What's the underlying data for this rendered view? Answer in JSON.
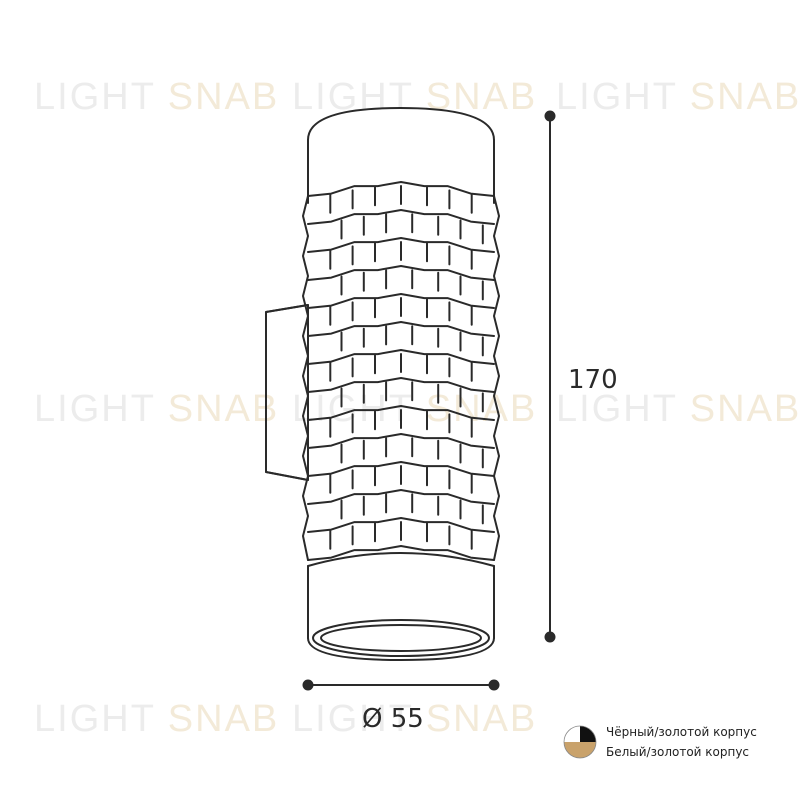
{
  "watermark": {
    "part1": "LIGHT",
    "part2": "SNAB"
  },
  "dimensions": {
    "height_label": "170",
    "diameter_label": "Ø 55"
  },
  "legend": {
    "items": [
      {
        "label": "Чёрный/золотой корпус",
        "colors": [
          "#111111",
          "#c9a26b"
        ]
      },
      {
        "label": "Белый/золотой корпус",
        "colors": [
          "#ffffff",
          "#c9a26b"
        ]
      }
    ]
  },
  "colors": {
    "line": "#2a2a2a",
    "gold": "#c9a26b",
    "watermark": "#ececec"
  }
}
